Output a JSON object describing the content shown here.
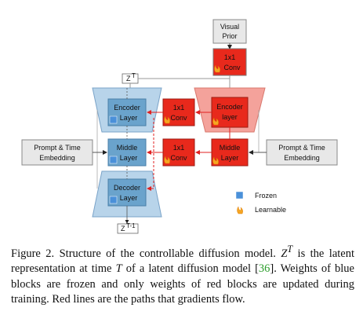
{
  "diagram": {
    "visual_prior": [
      "Visual",
      "Prior"
    ],
    "top_conv": [
      "1x1",
      "Conv"
    ],
    "latent_in": "Z",
    "latent_in_sup": "T",
    "latent_out": "Z",
    "latent_out_sup": "T-1",
    "frozen": {
      "encoder": [
        "Encoder",
        "Layer"
      ],
      "middle": [
        "Middle",
        "Layer"
      ],
      "decoder": [
        "Decoder",
        "Layer"
      ]
    },
    "learnable": {
      "encoder": [
        "Encoder",
        "layer"
      ],
      "middle": [
        "Middle",
        "Layer"
      ]
    },
    "conv_mid1": [
      "1x1",
      "Conv"
    ],
    "conv_mid2": [
      "1x1",
      "Conv"
    ],
    "prompt_left": [
      "Prompt & Time",
      "Embedding"
    ],
    "prompt_right": [
      "Prompt & Time",
      "Embedding"
    ],
    "legend": {
      "frozen": "Frozen",
      "learnable": "Learnable"
    }
  },
  "caption": {
    "label": "Figure 2.",
    "text_a": " Structure of the controllable diffusion model. ",
    "math_z": "Z",
    "math_t": "T",
    "text_b": " is the latent representation at time ",
    "math_t2": "T",
    "text_c": " of a latent diffusion model [",
    "citation": "36",
    "text_d": "]. Weights of blue blocks are frozen and only weights of red blocks are updated during training. Red lines are the paths that gradients flow."
  },
  "colors": {
    "frozen_block": "#6aa3cc",
    "frozen_trap": "#b8d4ea",
    "learnable_block": "#e8291c",
    "learnable_trap": "#f4a29b",
    "gradient_line": "#e02020",
    "citation": "#2a9d2a"
  }
}
